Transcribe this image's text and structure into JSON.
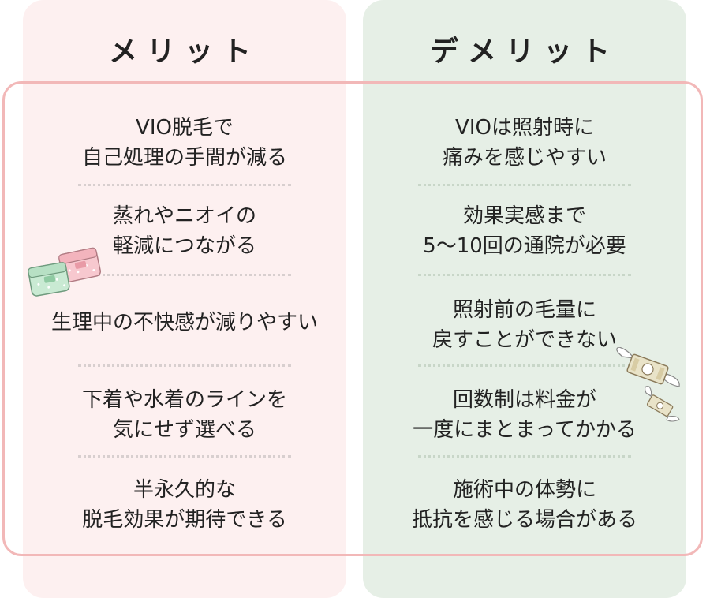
{
  "merits": {
    "title": "メリット",
    "items": [
      "VIO脱毛で\n自己処理の手間が減る",
      "蒸れやニオイの\n軽減につながる",
      "生理中の不快感が減りやすい",
      "下着や水着のラインを\n気にせず選べる",
      "半永久的な\n脱毛効果が期待できる"
    ]
  },
  "demerits": {
    "title": "デメリット",
    "items": [
      "VIOは照射時に\n痛みを感じやすい",
      "効果実感まで\n5〜10回の通院が必要",
      "照射前の毛量に\n戻すことができない",
      "回数制は料金が\n一度にまとまってかかる",
      "施術中の体勢に\n抵抗を感じる場合がある"
    ]
  },
  "illustrations": {
    "left": "sanitary-pads-icon",
    "right": "flying-money-icon"
  },
  "colors": {
    "merit_bg": "#fdf0f0",
    "demerit_bg": "#e6efe6",
    "frame": "#f2b8b8"
  }
}
